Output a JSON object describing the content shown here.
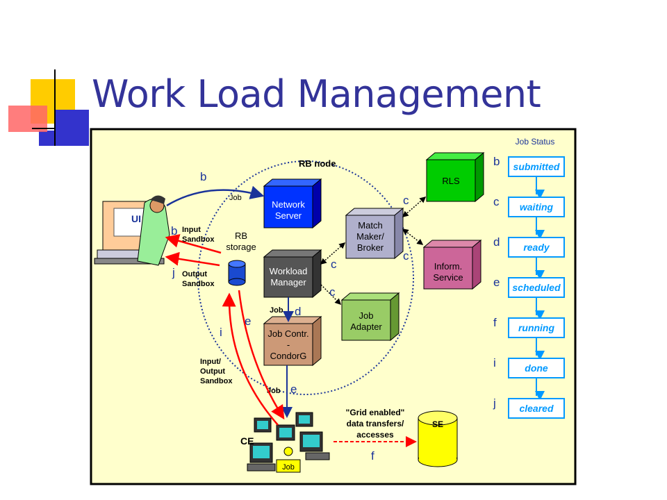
{
  "slide": {
    "title": "Work Load Management"
  },
  "diagram": {
    "rb_node_label": "RB node",
    "boxes": {
      "network_server": [
        "Network",
        "Server"
      ],
      "match_maker": [
        "Match",
        "Maker/",
        "Broker"
      ],
      "workload_manager": [
        "Workload",
        "Manager"
      ],
      "job_controller": [
        "Job Contr.",
        "-",
        "CondorG"
      ],
      "job_adapter": [
        "Job",
        "Adapter"
      ],
      "rls": "RLS",
      "inform_service": [
        "Inform.",
        "Service"
      ],
      "se": "SE",
      "ui": "UI",
      "rb_storage": [
        "RB",
        "storage"
      ],
      "ce": "CE",
      "job_tag": "Job"
    },
    "annotations": {
      "job_ui": "Job",
      "input_sandbox": [
        "Input",
        "Sandbox"
      ],
      "output_sandbox": [
        "Output",
        "Sandbox"
      ],
      "job_wm": "Job",
      "input_output_sandbox": [
        "Input/",
        "Output",
        "Sandbox"
      ],
      "job_ce": "Job",
      "grid_transfer": [
        "\"Grid enabled\"",
        "data transfers/",
        "accesses"
      ]
    },
    "letters": {
      "b_top": "b",
      "b_mid": "b",
      "j_left": "j",
      "c_rls": "c",
      "c_inf": "c",
      "c_wm": "c",
      "c_ja": "c",
      "d": "d",
      "e_left": "e",
      "i_left": "i",
      "e_bottom": "e",
      "f": "f"
    },
    "job_status": {
      "title": "Job Status",
      "states": [
        {
          "letter": "b",
          "label": "submitted"
        },
        {
          "letter": "c",
          "label": "waiting"
        },
        {
          "letter": "d",
          "label": "ready"
        },
        {
          "letter": "e",
          "label": "scheduled"
        },
        {
          "letter": "f",
          "label": "running"
        },
        {
          "letter": "i",
          "label": "done"
        },
        {
          "letter": "j",
          "label": "cleared"
        }
      ]
    }
  },
  "colors": {
    "title": "#333399",
    "background": "#ffffcc",
    "border": "#000000",
    "status_blue": "#0099ff",
    "arrow_red": "#ff0000",
    "arrow_navy": "#1a3399"
  }
}
